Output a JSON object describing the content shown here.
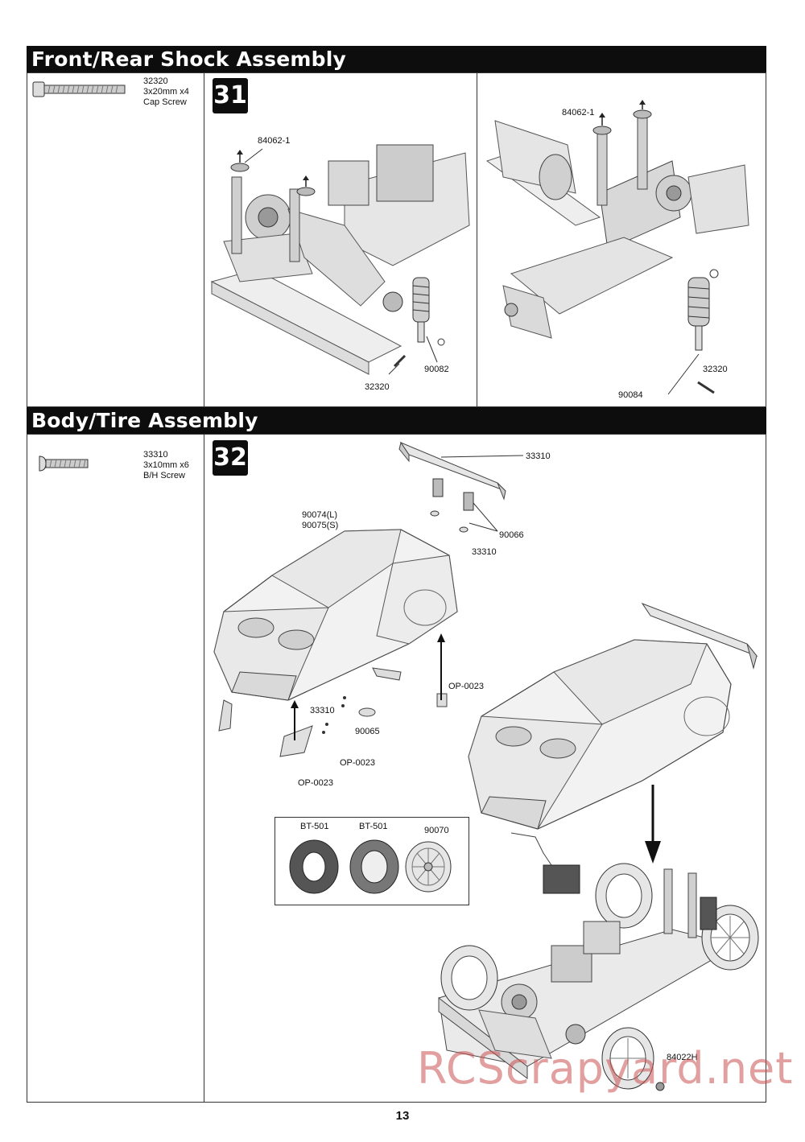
{
  "sections": {
    "shock": {
      "title": "Front/Rear Shock Assembly",
      "part": {
        "number": "32320",
        "size": "3x20mm x4",
        "name": "Cap Screw"
      },
      "step": "31",
      "labels": {
        "l_84062_a": "84062-1",
        "l_32320_a": "32320",
        "l_90082": "90082",
        "l_84062_b": "84062-1",
        "l_32320_b": "32320",
        "l_90084": "90084"
      }
    },
    "body": {
      "title": "Body/Tire Assembly",
      "part": {
        "number": "33310",
        "size": "3x10mm x6",
        "name": "B/H Screw"
      },
      "step": "32",
      "labels": {
        "l_33310_top": "33310",
        "l_90074": "90074(L)",
        "l_90075": "90075(S)",
        "l_90066": "90066",
        "l_33310_mid": "33310",
        "l_op0023_r": "OP-0023",
        "l_33310_low": "33310",
        "l_90065": "90065",
        "l_op0023_m": "OP-0023",
        "l_op0023_l": "OP-0023",
        "l_84022h": "84022H"
      },
      "tires": {
        "t1": "BT-501",
        "t2": "BT-501",
        "t3": "90070"
      }
    }
  },
  "page_number": "13",
  "watermark": "RCScrapyard.net"
}
